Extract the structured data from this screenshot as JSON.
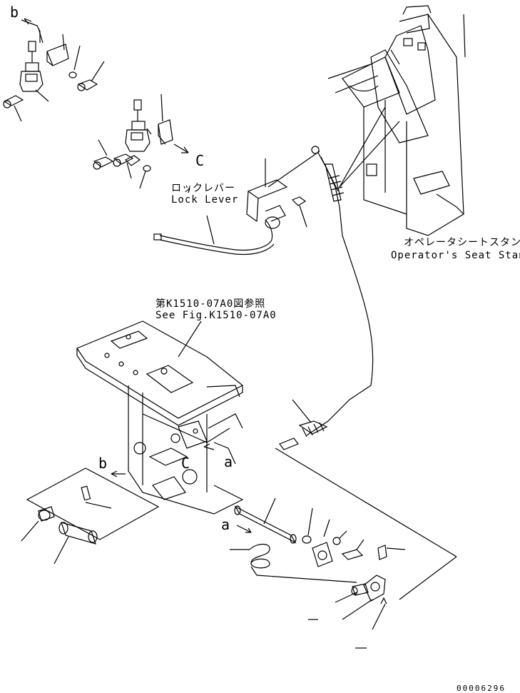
{
  "labels": {
    "lock_lever_jp": "ロックレバー",
    "lock_lever_en": "Lock Lever",
    "seat_stand_jp": "オペレータシートスタンド",
    "seat_stand_en": "Operator's Seat Stand",
    "see_fig_jp": "第K1510-07A0図参照",
    "see_fig_en": "See Fig.K1510-07A0",
    "ref_b_top": "b",
    "ref_c_mid": "C",
    "ref_b_left": "b",
    "ref_c_frame": "C",
    "ref_a_right": "a",
    "ref_a_lower": "a",
    "drawing_number": "00006296"
  }
}
